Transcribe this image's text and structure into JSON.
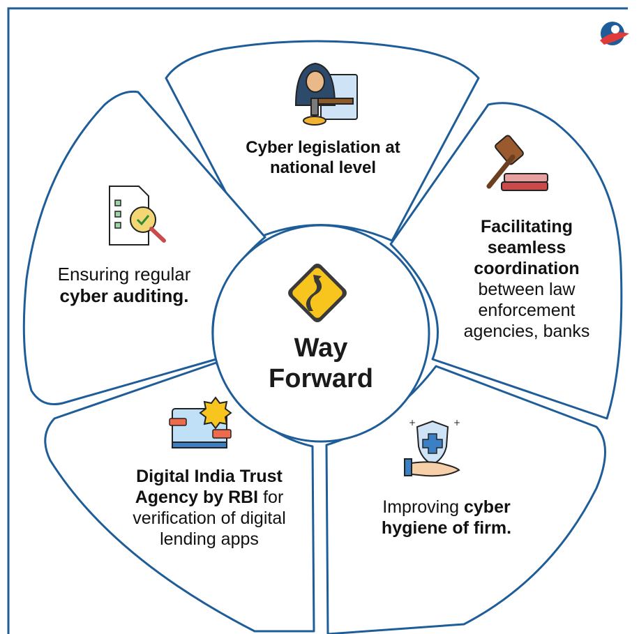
{
  "colors": {
    "outline": "#1f5d99",
    "petal_fill": "#ffffff",
    "text": "#111111",
    "sign_yellow": "#f7c51e"
  },
  "center": {
    "line1": "Way",
    "line2": "Forward",
    "icon": "winding-road-sign-icon"
  },
  "petals": {
    "top": {
      "icon": "hacker-at-desk-icon",
      "bold": "Cyber legislation at national level"
    },
    "right": {
      "icon": "gavel-on-books-icon",
      "bold": "Facilitating seamless coordination",
      "normal": "between law enforcement agencies, banks"
    },
    "bottom_right": {
      "icon": "shield-in-hand-icon",
      "normal": "Improving",
      "bold": "cyber hygiene of firm."
    },
    "bottom_left": {
      "icon": "digital-marketing-screen-icon",
      "bold": "Digital India Trust Agency by RBI",
      "normal": "for verification of digital lending apps"
    },
    "left": {
      "icon": "audit-document-magnifier-icon",
      "normal": "Ensuring regular",
      "bold": "cyber auditing."
    }
  },
  "logo": {
    "icon": "brand-logo-icon"
  }
}
